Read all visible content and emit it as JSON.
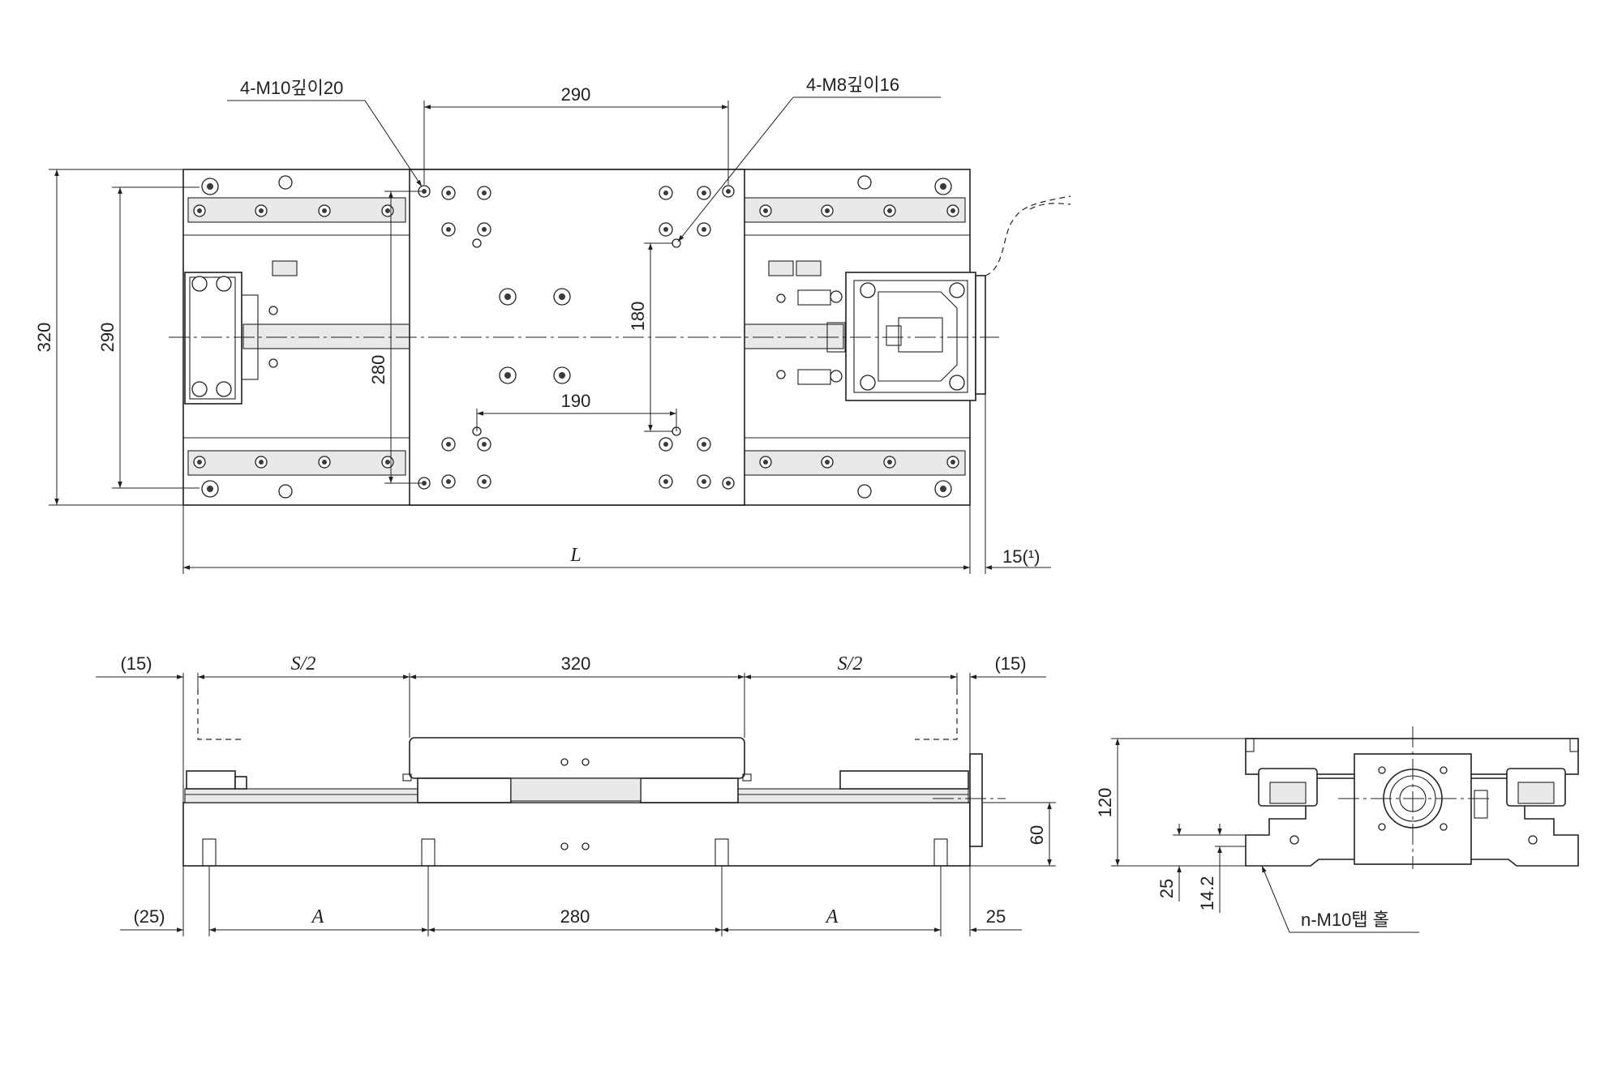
{
  "top_view": {
    "callout_tap_m10": "4-M10깊이20",
    "callout_tap_m8": "4-M8깊이16",
    "dim_table_hole_pitch_x": "290",
    "dim_overall_width": "320",
    "dim_rail_pitch": "290",
    "dim_table_hole_pitch_y": "280",
    "dim_center_hole_pitch_y": "180",
    "dim_center_hole_pitch_x": "190",
    "dim_length": "L",
    "dim_motor_offset": "15(¹)"
  },
  "front_view": {
    "dim_left_margin": "(15)",
    "dim_stroke_left": "S/2",
    "dim_table_length": "320",
    "dim_stroke_right": "S/2",
    "dim_right_margin": "(15)",
    "dim_height": "60",
    "dim_foot_left": "(25)",
    "dim_pitch_a_left": "A",
    "dim_foot_pitch": "280",
    "dim_pitch_a_right": "A",
    "dim_foot_right": "25"
  },
  "side_view": {
    "dim_total_height": "120",
    "dim_base_25": "25",
    "dim_base_14_2": "14.2",
    "callout_tap": "n-M10탭 홀"
  }
}
